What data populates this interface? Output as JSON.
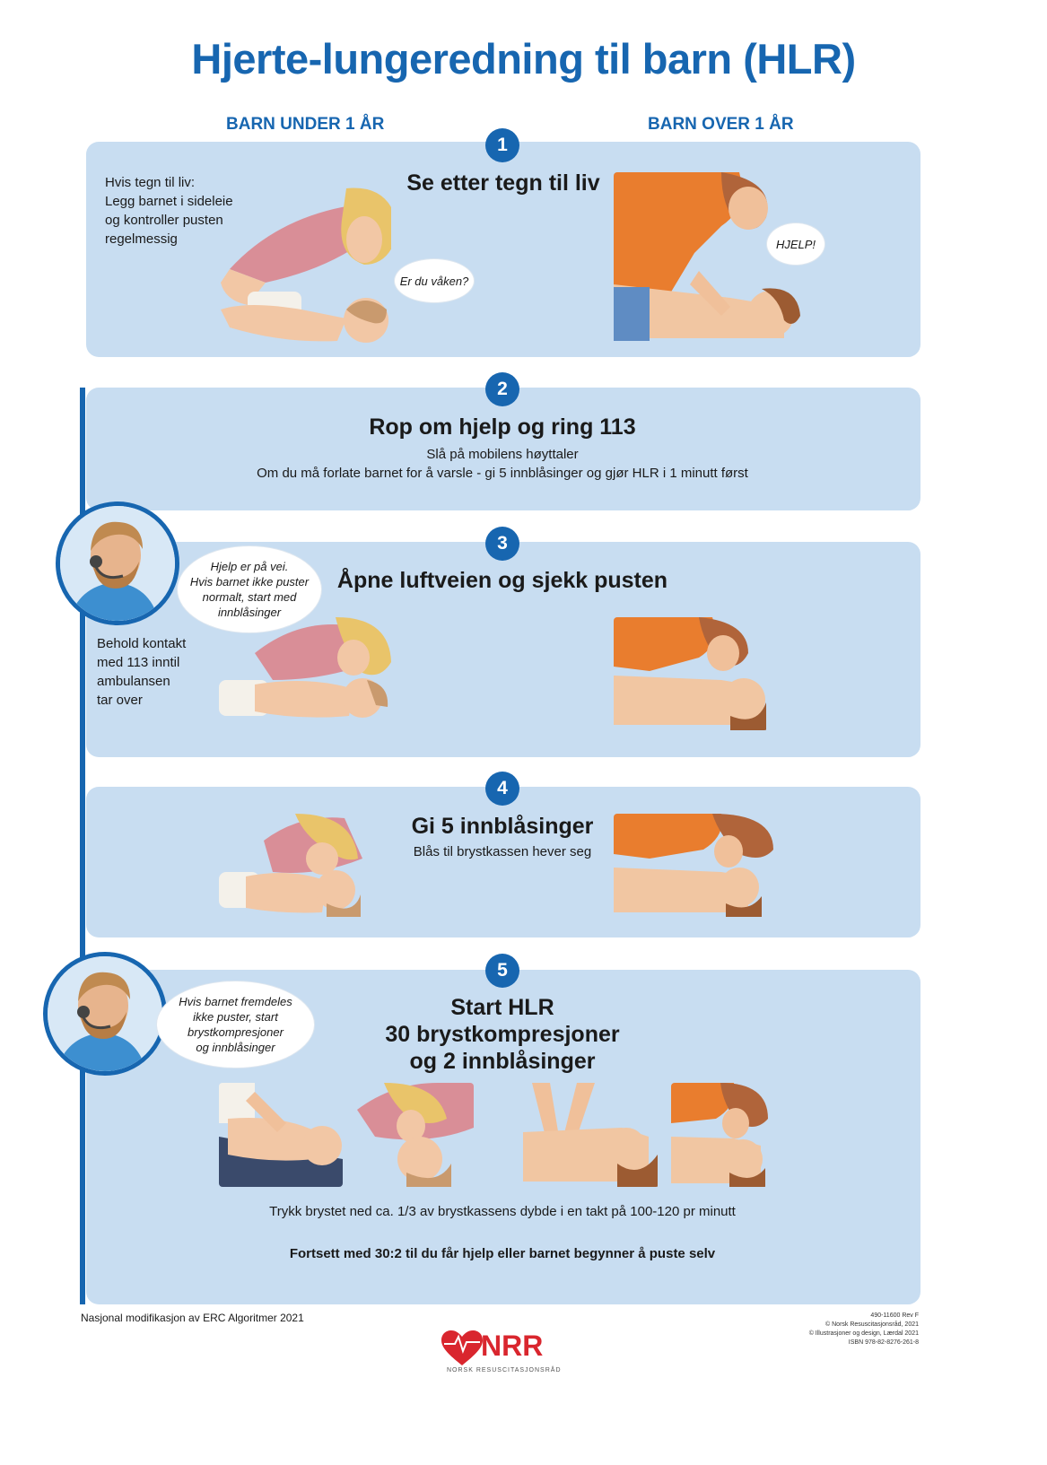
{
  "title": "Hjerte-lungeredning til barn (HLR)",
  "columns": {
    "left": "BARN UNDER 1 ÅR",
    "right": "BARN OVER 1 ÅR"
  },
  "steps": [
    {
      "number": "1",
      "heading": "Se etter tegn til liv",
      "side_text": [
        "Hvis tegn til liv:",
        "Legg barnet i sideleie",
        "og kontroller pusten",
        "regelmessig"
      ],
      "bubble_left": "Er du våken?",
      "bubble_right": "HJELP!"
    },
    {
      "number": "2",
      "heading": "Rop om hjelp og ring 113",
      "sub": [
        "Slå på mobilens høyttaler",
        "Om du må forlate barnet for å varsle - gi 5 innblåsinger og gjør HLR i 1 minutt først"
      ]
    },
    {
      "number": "3",
      "heading": "Åpne luftveien og sjekk pusten",
      "side_text": [
        "Behold kontakt",
        "med 113 inntil",
        "ambulansen",
        "tar over"
      ],
      "bubble": [
        "Hjelp er på vei.",
        "Hvis barnet ikke puster",
        "normalt, start med",
        "innblåsinger"
      ]
    },
    {
      "number": "4",
      "heading": "Gi 5 innblåsinger",
      "sub": [
        "Blås til brystkassen hever seg"
      ]
    },
    {
      "number": "5",
      "heading_lines": [
        "Start HLR",
        "30 brystkompresjoner",
        "og 2 innblåsinger"
      ],
      "bubble": [
        "Hvis barnet fremdeles",
        "ikke puster, start",
        "brystkompresjoner",
        "og innblåsinger"
      ],
      "sub": [
        "Trykk brystet ned ca. 1/3 av brystkassens dybde i en takt på 100-120 pr minutt"
      ],
      "sub_bold": "Fortsett med 30:2 til du får hjelp eller barnet begynner å puste selv"
    }
  ],
  "footer": {
    "note": "Nasjonal modifikasjon av ERC Algoritmer 2021",
    "logo_text": "NRR",
    "logo_sub": "NORSK RESUSCITASJONSRÅD",
    "meta": [
      "490-11600 Rev F",
      "© Norsk Resuscitasjonsråd, 2021",
      "© Illustrasjoner og design, Lærdal 2021",
      "ISBN 978-82-8276-261-8"
    ]
  },
  "colors": {
    "accent": "#1766b0",
    "panel": "#c8ddf1",
    "logo_red": "#d9262e"
  }
}
